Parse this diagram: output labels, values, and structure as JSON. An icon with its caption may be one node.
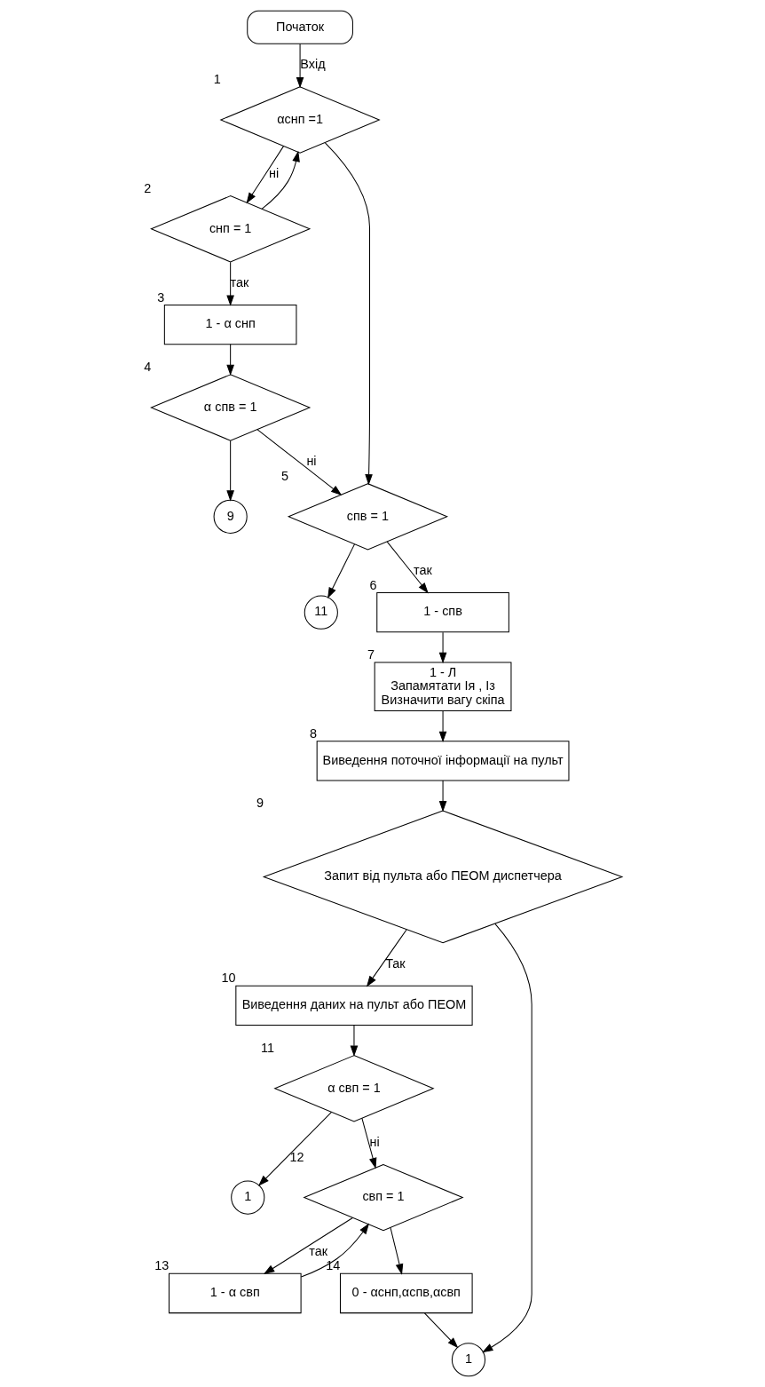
{
  "diagram": {
    "nodes": [
      {
        "text": [
          "Початок"
        ]
      },
      {
        "text": [
          "αснп =1"
        ],
        "beside": [
          "1"
        ]
      },
      {
        "text": [
          "снп = 1"
        ],
        "beside": [
          "2"
        ]
      },
      {
        "text": [
          "1 - α снп"
        ],
        "beside": [
          "3"
        ]
      },
      {
        "text": [
          "α спв = 1"
        ],
        "beside": [
          "4"
        ]
      },
      {
        "text": [
          "9"
        ]
      },
      {
        "text": [
          "спв = 1"
        ],
        "beside": [
          "5"
        ]
      },
      {
        "text": [
          "11"
        ]
      },
      {
        "text": [
          "1 - спв"
        ],
        "beside": [
          "6"
        ]
      },
      {
        "text": [
          "1 - Л",
          "Запамятати Ія , Із",
          "Визначити вагу скіпа"
        ],
        "beside": [
          "7"
        ]
      },
      {
        "text": [
          "Виведення поточної інформації на пульт"
        ],
        "beside": [
          "8"
        ]
      },
      {
        "text": [
          "Запит від пульта або ПЕОМ диспетчера"
        ],
        "beside": [
          "9"
        ]
      },
      {
        "text": [
          "Виведення даних на пульт або ПЕОМ"
        ],
        "beside": [
          "10"
        ]
      },
      {
        "text": [
          "α свп = 1"
        ],
        "beside": [
          "11"
        ]
      },
      {
        "text": [
          "1"
        ]
      },
      {
        "text": [
          "свп = 1"
        ],
        "beside": [
          "12"
        ]
      },
      {
        "text": [
          "1 - α свп"
        ],
        "beside": [
          "13"
        ]
      },
      {
        "text": [
          "0 - αснп,αспв,αсвп"
        ],
        "beside": [
          "14"
        ]
      },
      {
        "text": [
          "1"
        ]
      }
    ],
    "edges": [
      {
        "from": 0,
        "to": 1,
        "arrow": "to",
        "label": "Вхід"
      },
      {
        "from": 1,
        "to": 2,
        "arrow": "to",
        "label": "ні"
      },
      {
        "from": 1,
        "to": 6,
        "arrow": "to"
      },
      {
        "from": 2,
        "to": 1,
        "arrow": "to"
      },
      {
        "from": 2,
        "to": 3,
        "arrow": "to",
        "label": "так"
      },
      {
        "from": 3,
        "to": 4,
        "arrow": "to"
      },
      {
        "from": 4,
        "to": 5,
        "arrow": "to"
      },
      {
        "from": 4,
        "to": 6,
        "arrow": "to",
        "label": "ні"
      },
      {
        "from": 6,
        "to": 7,
        "arrow": "to"
      },
      {
        "from": 6,
        "to": 8,
        "arrow": "to",
        "label": "так"
      },
      {
        "from": 8,
        "to": 9,
        "arrow": "to"
      },
      {
        "from": 9,
        "to": 10,
        "arrow": "to"
      },
      {
        "from": 10,
        "to": 11,
        "arrow": "to"
      },
      {
        "from": 11,
        "to": 12,
        "arrow": "to",
        "label": "Так"
      },
      {
        "from": 11,
        "to": 18,
        "arrow": "to"
      },
      {
        "from": 12,
        "to": 13,
        "arrow": "to"
      },
      {
        "from": 13,
        "to": 14,
        "arrow": "to"
      },
      {
        "from": 13,
        "to": 15,
        "arrow": "to",
        "label": "ні"
      },
      {
        "from": 15,
        "to": 16,
        "arrow": "to",
        "label": "так"
      },
      {
        "from": 16,
        "to": 15,
        "arrow": "to"
      },
      {
        "from": 15,
        "to": 17,
        "arrow": "to"
      },
      {
        "from": 17,
        "to": 18,
        "arrow": "to"
      }
    ]
  }
}
